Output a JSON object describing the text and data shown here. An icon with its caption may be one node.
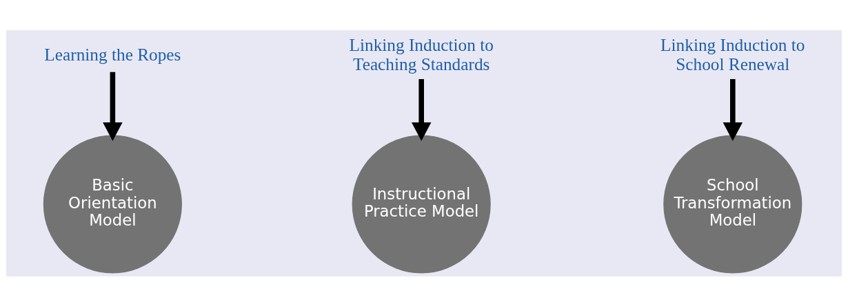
{
  "diagram": {
    "nodes": [
      {
        "text": [
          "Learning the Ropes"
        ]
      },
      {
        "text": [
          "Linking Induction to Teaching Standards"
        ]
      },
      {
        "text": [
          "Linking Induction to School Renewal"
        ]
      },
      {
        "text": [
          "Basic Orientation Model"
        ]
      },
      {
        "text": [
          "Instructional Practice Model"
        ]
      },
      {
        "text": [
          "School Transformation Model"
        ]
      }
    ],
    "edges": [
      {
        "from": 0,
        "to": 3,
        "arrow": "to"
      },
      {
        "from": 1,
        "to": 4,
        "arrow": "to"
      },
      {
        "from": 2,
        "to": 5,
        "arrow": "to"
      }
    ]
  }
}
